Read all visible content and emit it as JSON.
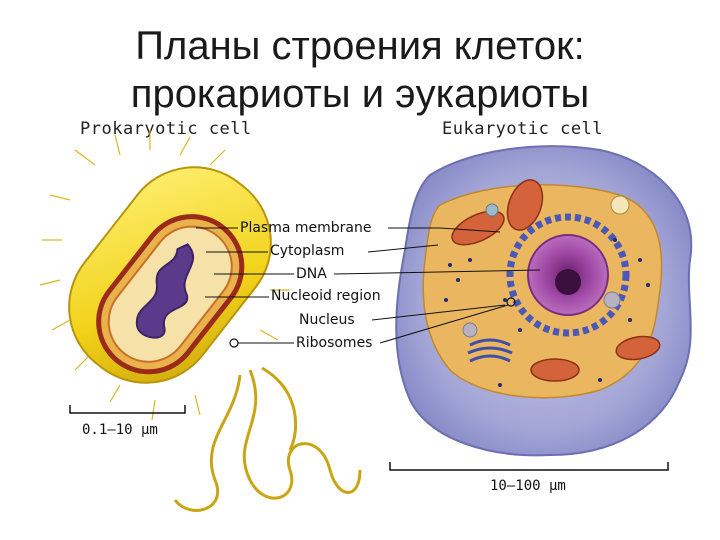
{
  "title": {
    "line1": "Планы строения клеток:",
    "line2": "прокариоты и эукариоты"
  },
  "prokaryote": {
    "heading": "Prokaryotic cell",
    "scale": "0.1–10 μm"
  },
  "eukaryote": {
    "heading": "Eukaryotic cell",
    "scale": "10–100 μm"
  },
  "labels": {
    "plasma_membrane": "Plasma membrane",
    "cytoplasm": "Cytoplasm",
    "dna": "DNA",
    "nucleoid_region": "Nucleoid region",
    "nucleus": "Nucleus",
    "ribosomes": "Ribosomes"
  }
}
